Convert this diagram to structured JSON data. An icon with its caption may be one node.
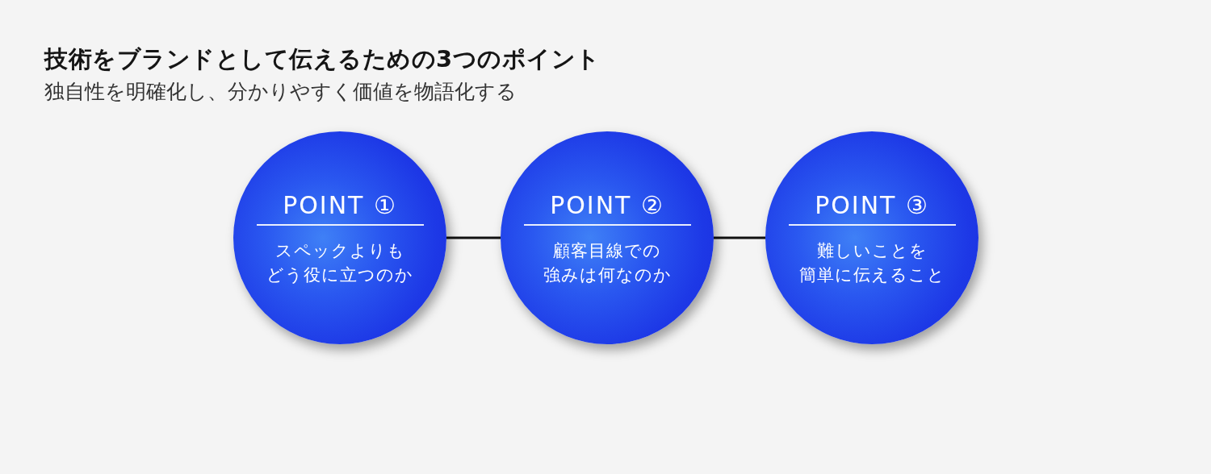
{
  "diagram": {
    "title": "技術をブランドとして伝えるための3つのポイント",
    "nodes": [
      {
        "text": [
          "POINT ①",
          "スペックよりもどう役に立つのか"
        ]
      },
      {
        "text": [
          "POINT ②",
          "顧客目線での強みは何なのか"
        ]
      },
      {
        "text": [
          "POINT ③",
          "難しいことを簡単に伝えること"
        ]
      }
    ],
    "edges": [
      {
        "from": 0,
        "to": 1,
        "arrow": "none"
      },
      {
        "from": 1,
        "to": 2,
        "arrow": "none"
      }
    ],
    "labels": [
      "独自性を明確化し、分かりやすく価値を物語化する"
    ]
  }
}
